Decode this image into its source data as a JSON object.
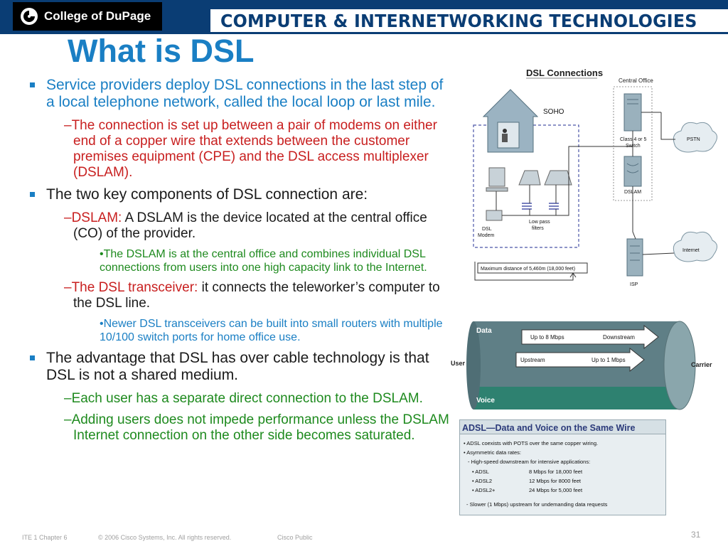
{
  "header": {
    "logo_text": "College of DuPage",
    "banner_text": "COMPUTER & INTERNETWORKING TECHNOLOGIES"
  },
  "slide": {
    "title": "What is DSL",
    "bullets": {
      "b1": "Service providers deploy DSL connections in the last step of a local telephone network, called the local loop or last mile.",
      "b1_sub1": "–The connection is set up between a pair of modems on either end of a copper wire that extends between the customer premises equipment (CPE) and the DSL access multiplexer (DSLAM).",
      "b2": "The two key components of DSL connection are:",
      "b2_sub1_label": "–DSLAM:",
      "b2_sub1_text": " A DSLAM is the device located at the central office (CO) of the provider.",
      "b2_sub1_detail": "•The DSLAM is at the central office and combines individual DSL connections from users into one high capacity link to the Internet.",
      "b2_sub2_label": "–The DSL transceiver:",
      "b2_sub2_text": " it connects the teleworker’s computer to the DSL line.",
      "b2_sub2_detail": "•Newer DSL transceivers can be built into small routers with multiple 10/100 switch ports for home office use.",
      "b3": "The advantage that DSL has over cable technology is that DSL is not a shared medium.",
      "b3_sub1": "–Each user has a separate direct connection to the DSLAM.",
      "b3_sub2": "–Adding users does not impede performance unless the DSLAM Internet connection on the other side becomes saturated."
    }
  },
  "diagram": {
    "title": "DSL Connections",
    "central_office": "Central Office",
    "soho": "SOHO",
    "switch_label_1": "Class 4 or 5",
    "switch_label_2": "Switch",
    "dslam": "DSLAM",
    "pstn": "PSTN",
    "internet": "Internet",
    "isp": "ISP",
    "dsl_modem_1": "DSL",
    "dsl_modem_2": "Modem",
    "filters_1": "Low pass",
    "filters_2": "filters",
    "max_distance": "Maximum distance of 5,460m (18,000 feet)"
  },
  "pipe": {
    "data": "Data",
    "voice": "Voice",
    "user": "User",
    "carrier": "Carrier",
    "up_to_8": "Up to 8 Mbps",
    "downstream": "Downstream",
    "upstream": "Upstream",
    "up_to_1": "Up to 1 Mbps"
  },
  "adsl": {
    "title_part1": "ADSL",
    "title_part2": "—Data and Voice on the Same Wire",
    "l1": "• ADSL coexists with POTS over the same copper wiring.",
    "l2": "• Asymmetric data rates:",
    "l3": "- High-speed downstream for intensive applications:",
    "r1_name": "• ADSL",
    "r1_rate": "8 Mbps for 18,000 feet",
    "r2_name": "• ADSL2",
    "r2_rate": "12 Mbps for 8000 feet",
    "r3_name": "• ADSL2+",
    "r3_rate": "24 Mbps for 5,000 feet",
    "l4": "- Slower (1 Mbps) upstream for undemanding data requests"
  },
  "footer": {
    "chapter": "ITE 1 Chapter 6",
    "copyright": "© 2006 Cisco Systems, Inc. All rights reserved.",
    "public": "Cisco Public",
    "page": "31"
  }
}
